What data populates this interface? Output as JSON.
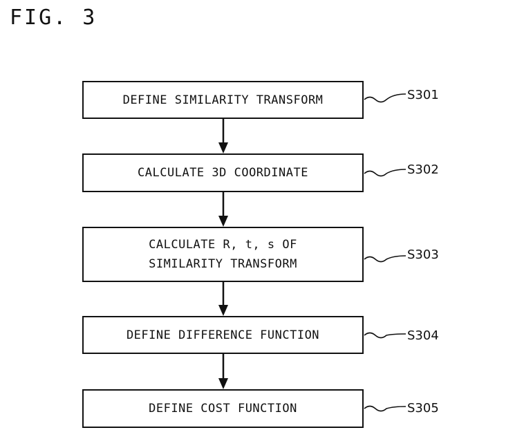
{
  "figure": {
    "title": "FIG. 3"
  },
  "steps": [
    {
      "id": "S301",
      "label": "S301",
      "text": "DEFINE SIMILARITY TRANSFORM"
    },
    {
      "id": "S302",
      "label": "S302",
      "text": "CALCULATE 3D COORDINATE"
    },
    {
      "id": "S303",
      "label": "S303",
      "text": "CALCULATE R, t, s OF\nSIMILARITY TRANSFORM"
    },
    {
      "id": "S304",
      "label": "S304",
      "text": "DEFINE DIFFERENCE FUNCTION"
    },
    {
      "id": "S305",
      "label": "S305",
      "text": "DEFINE COST FUNCTION"
    }
  ],
  "flow": [
    {
      "from": "S301",
      "to": "S302"
    },
    {
      "from": "S302",
      "to": "S303"
    },
    {
      "from": "S303",
      "to": "S304"
    },
    {
      "from": "S304",
      "to": "S305"
    }
  ]
}
